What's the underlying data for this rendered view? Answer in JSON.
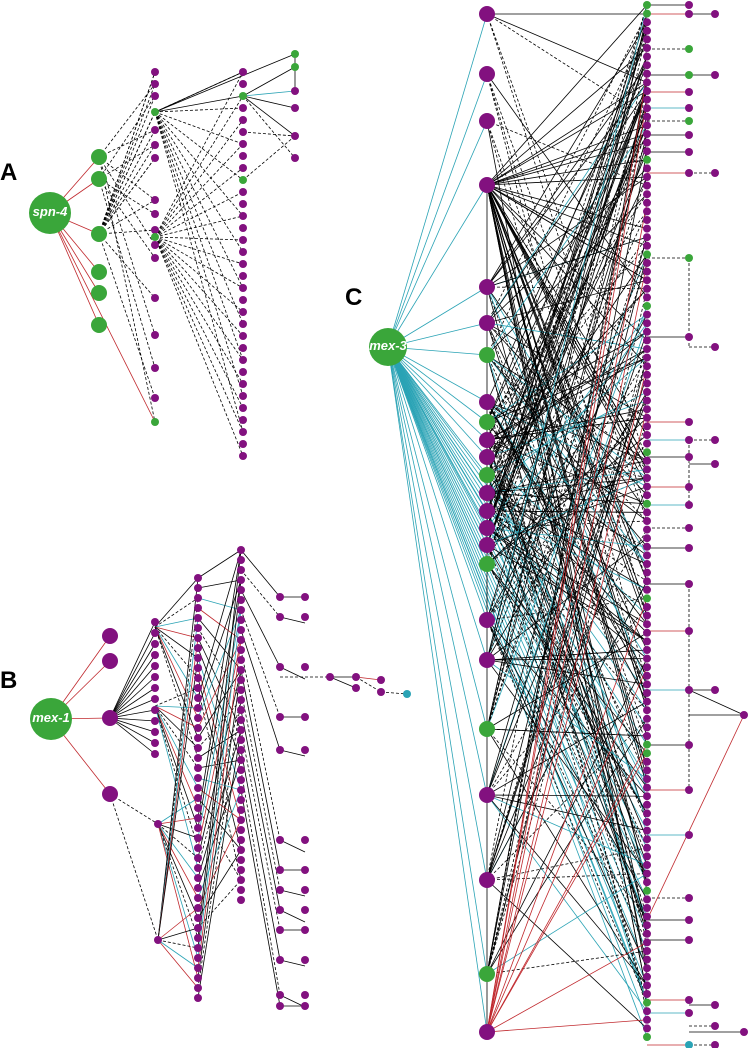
{
  "colors": {
    "green": "#3aa63a",
    "purple": "#82117f",
    "teal": "#2aa3b5",
    "black_edge": "#000000",
    "red_edge": "#c0282d",
    "teal_edge": "#2aa3b5"
  },
  "panels": {
    "A": {
      "label": "A",
      "root": "spn-4"
    },
    "B": {
      "label": "B",
      "root": "mex-1"
    },
    "C": {
      "label": "C",
      "root": "mex-3"
    }
  }
}
